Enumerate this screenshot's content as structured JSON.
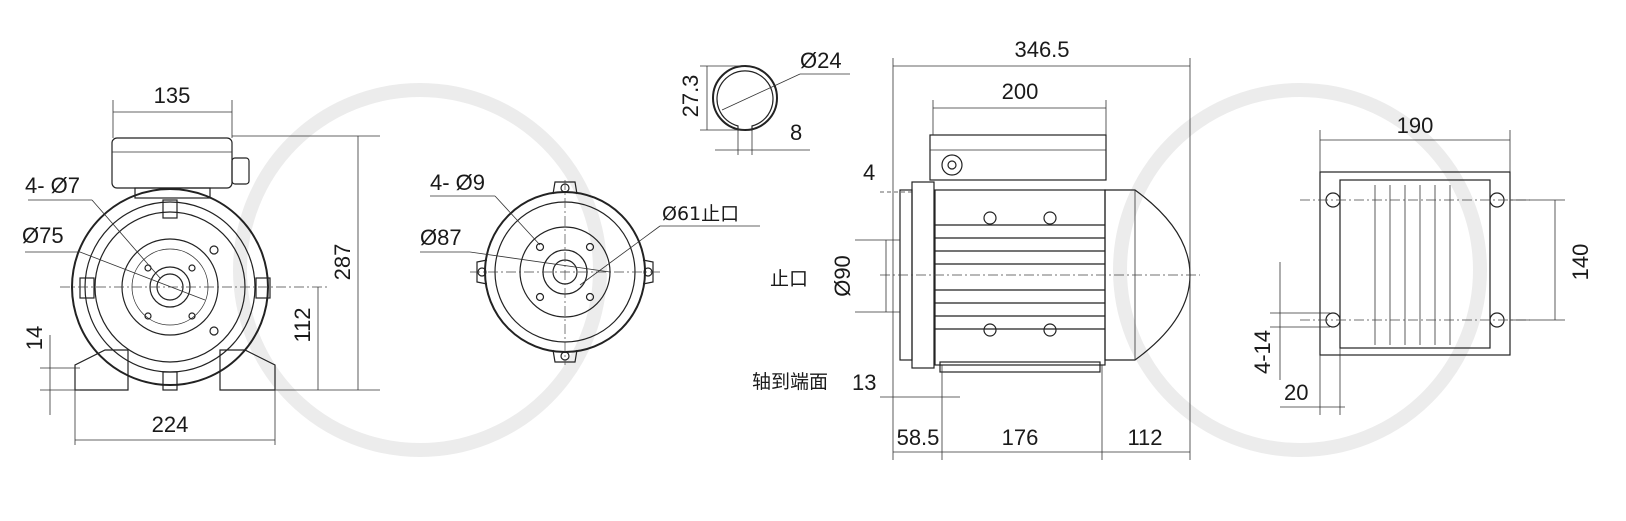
{
  "front_view": {
    "terminal_box_width": "135",
    "total_height": "287",
    "shaft_height": "112",
    "foot_thickness": "14",
    "foot_span": "224",
    "holes_label": "4- Ø7",
    "bolt_circle": "Ø75"
  },
  "flange_view": {
    "holes_label": "4- Ø9",
    "bolt_circle": "Ø87",
    "spigot": "Ø61止口"
  },
  "shaft_section": {
    "diameter": "Ø24",
    "key_height": "27.3",
    "key_width": "8"
  },
  "side_view": {
    "overall_length": "346.5",
    "box_length": "200",
    "flange_offset": "4",
    "spigot_label": "止口",
    "spigot_diameter": "Ø90",
    "shaft_to_face_label": "轴到端面",
    "shaft_to_face_value": "13",
    "front_to_foot": "58.5",
    "foot_length": "176",
    "rear": "112"
  },
  "top_view": {
    "width": "190",
    "hole_spacing": "140",
    "holes_label": "4-14",
    "edge_offset": "20"
  }
}
